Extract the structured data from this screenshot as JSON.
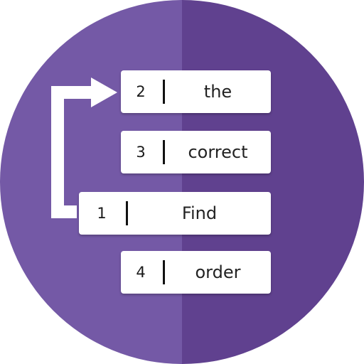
{
  "colors": {
    "circle_left": "#7459a6",
    "circle_right": "#60418f",
    "card_bg": "#ffffff",
    "arrow": "#ffffff"
  },
  "cards": [
    {
      "number": "2",
      "word": "the"
    },
    {
      "number": "3",
      "word": "correct"
    },
    {
      "number": "1",
      "word": "Find"
    },
    {
      "number": "4",
      "word": "order"
    }
  ]
}
